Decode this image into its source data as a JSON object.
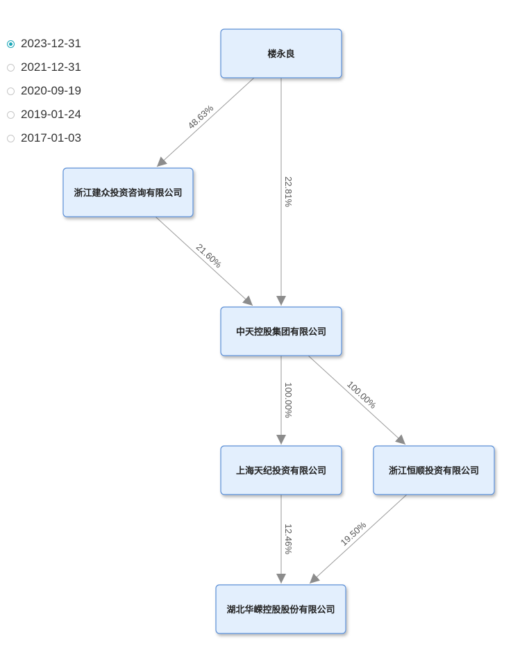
{
  "dates": [
    {
      "label": "2023-12-31",
      "selected": true
    },
    {
      "label": "2021-12-31",
      "selected": false
    },
    {
      "label": "2020-09-19",
      "selected": false
    },
    {
      "label": "2019-01-24",
      "selected": false
    },
    {
      "label": "2017-01-03",
      "selected": false
    }
  ],
  "colors": {
    "node_fill": "#e3effd",
    "node_border": "#5b8fd6",
    "edge": "#9a9a9a",
    "radio_selected": "#1aa6b7"
  },
  "nodes": [
    {
      "id": "lou",
      "label": "楼永良"
    },
    {
      "id": "jz",
      "label": "浙江建众投资咨询有限公司"
    },
    {
      "id": "zt",
      "label": "中天控股集团有限公司"
    },
    {
      "id": "sh",
      "label": "上海天纪投资有限公司"
    },
    {
      "id": "hs",
      "label": "浙江恒顺投资有限公司"
    },
    {
      "id": "hb",
      "label": "湖北华嵘控股股份有限公司"
    }
  ],
  "edges": [
    {
      "from": "lou",
      "to": "jz",
      "label": "48.63%"
    },
    {
      "from": "lou",
      "to": "zt",
      "label": "22.81%"
    },
    {
      "from": "jz",
      "to": "zt",
      "label": "21.60%"
    },
    {
      "from": "zt",
      "to": "sh",
      "label": "100.00%"
    },
    {
      "from": "zt",
      "to": "hs",
      "label": "100.00%"
    },
    {
      "from": "sh",
      "to": "hb",
      "label": "12.46%"
    },
    {
      "from": "hs",
      "to": "hb",
      "label": "19.50%"
    }
  ]
}
